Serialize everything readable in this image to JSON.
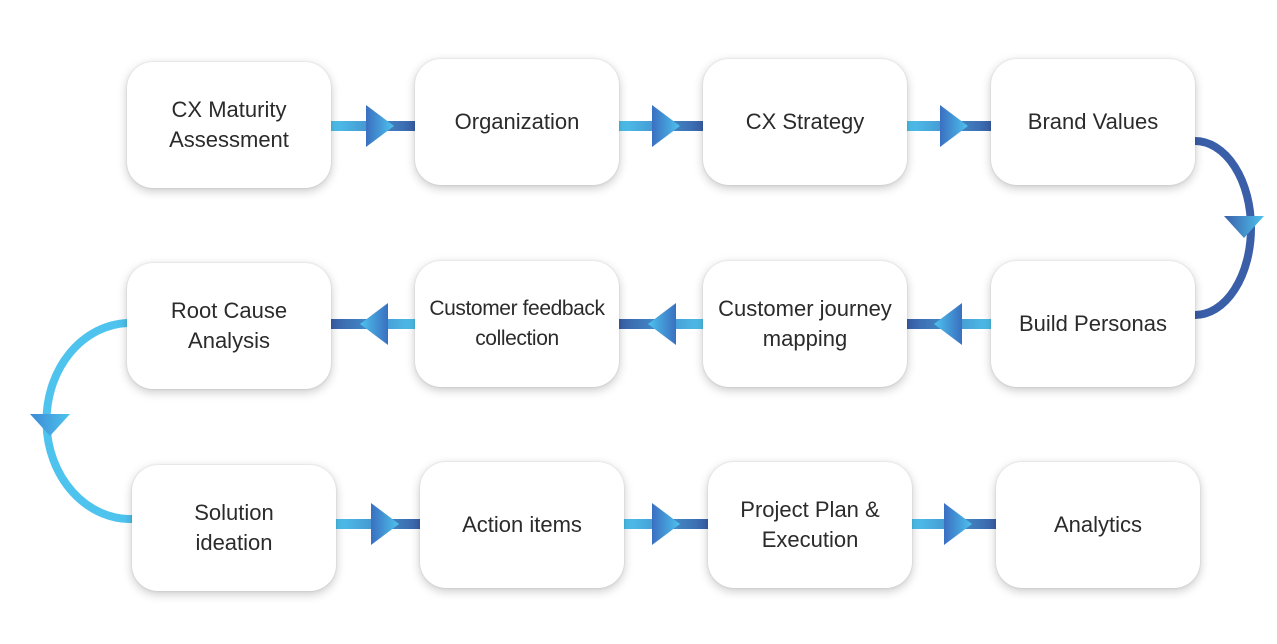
{
  "steps": [
    {
      "id": "s1",
      "label": "CX Maturity\nAssessment"
    },
    {
      "id": "s2",
      "label": "Organization"
    },
    {
      "id": "s3",
      "label": "CX Strategy"
    },
    {
      "id": "s4",
      "label": "Brand Values"
    },
    {
      "id": "s5",
      "label": "Build Personas"
    },
    {
      "id": "s6",
      "label": "Customer journey\nmapping"
    },
    {
      "id": "s7",
      "label": "Customer feedback\ncollection"
    },
    {
      "id": "s8",
      "label": "Root Cause\nAnalysis"
    },
    {
      "id": "s9",
      "label": "Solution\nideation"
    },
    {
      "id": "s10",
      "label": "Action items"
    },
    {
      "id": "s11",
      "label": "Project Plan &\nExecution"
    },
    {
      "id": "s12",
      "label": "Analytics"
    }
  ],
  "flow": [
    {
      "from": "s1",
      "to": "s2"
    },
    {
      "from": "s2",
      "to": "s3"
    },
    {
      "from": "s3",
      "to": "s4"
    },
    {
      "from": "s4",
      "to": "s5"
    },
    {
      "from": "s5",
      "to": "s6"
    },
    {
      "from": "s6",
      "to": "s7"
    },
    {
      "from": "s7",
      "to": "s8"
    },
    {
      "from": "s8",
      "to": "s9"
    },
    {
      "from": "s9",
      "to": "s10"
    },
    {
      "from": "s10",
      "to": "s11"
    },
    {
      "from": "s11",
      "to": "s12"
    }
  ],
  "colors": {
    "connector_dark": "#3a5fa8",
    "connector_mid": "#3c8ad4",
    "connector_light": "#4ec3ee",
    "box_background": "#ffffff",
    "text": "#2b2b2b"
  }
}
